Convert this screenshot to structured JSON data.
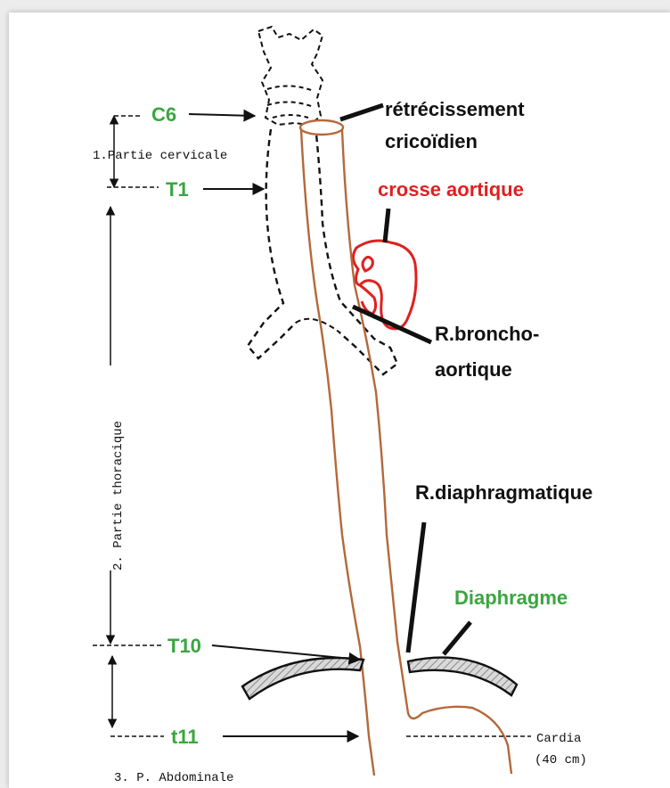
{
  "labels": {
    "c6": "C6",
    "t1": "T1",
    "t10": "T10",
    "t11": "t11",
    "retrecissement_line1": "rétrécissement",
    "retrecissement_line2": "cricoïdien",
    "crosse_aortique": "crosse aortique",
    "broncho_line1": "R.broncho-",
    "broncho_line2": "aortique",
    "diaphragmatique": "R.diaphragmatique",
    "diaphragme": "Diaphragme",
    "partie_cervicale": "1.Partie cervicale",
    "partie_thoracique": "2. Partie thoracique",
    "partie_abdominale": "3. P. Abdominale",
    "cardia": "Cardia",
    "cardia_length": "(40 cm)"
  },
  "colors": {
    "vertebra_green": "#3aa63f",
    "aorta_red": "#e02020",
    "esophagus_brown": "#b4683a",
    "ink": "#111111"
  }
}
